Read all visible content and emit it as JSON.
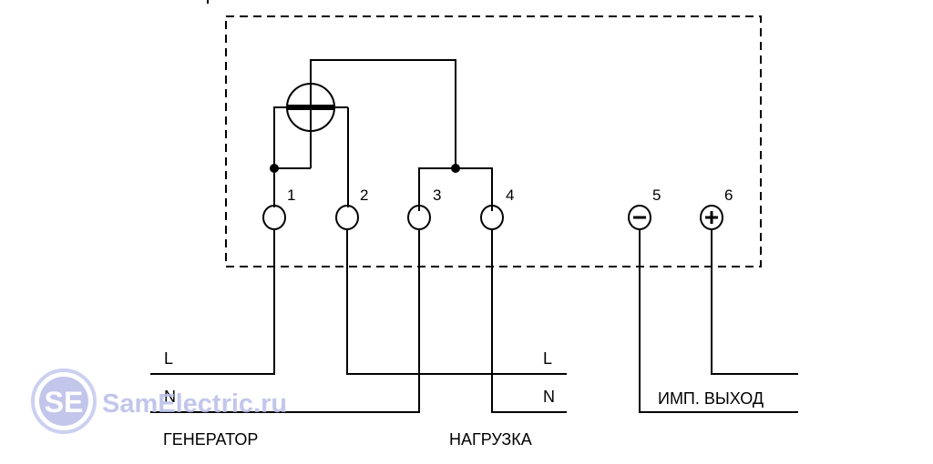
{
  "terminals": {
    "t1": "1",
    "t2": "2",
    "t3": "3",
    "t4": "4",
    "t5": "5",
    "t6": "6"
  },
  "lines": {
    "gen_l": "L",
    "gen_n": "N",
    "load_l": "L",
    "load_n": "N"
  },
  "captions": {
    "generator": "ГЕНЕРАТОР",
    "load": "НАГРУЗКА",
    "pulse_output": "ИМП. ВЫХОД"
  },
  "watermark": {
    "badge": "SE",
    "site": "SamElectric.ru"
  },
  "colors": {
    "line": "#000000",
    "watermark": "#b9bde8"
  }
}
